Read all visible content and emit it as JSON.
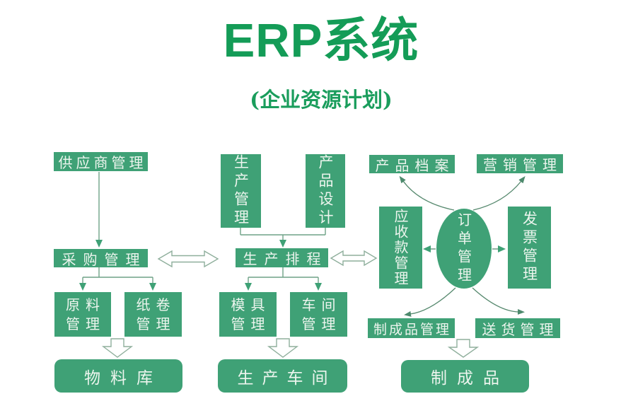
{
  "title": {
    "main": "ERP系统",
    "subtitle": "(企业资源计划)"
  },
  "colors": {
    "box_green": "#3FA176",
    "title_green": "#149C57",
    "text_on_green": "#EDF5EE",
    "connector_line": "#6FA287",
    "curved_line": "#56896E",
    "hollow_arrow_outline": "#8FAF9C",
    "background": "#FFFFFF"
  },
  "nodes": {
    "supplier_mgmt": {
      "label": "供应商管理"
    },
    "purchase_mgmt": {
      "label": "采购管理"
    },
    "raw_material_mgmt": {
      "line1": "原料",
      "line2": "管理"
    },
    "paper_roll_mgmt": {
      "line1": "纸卷",
      "line2": "管理"
    },
    "material_warehouse": {
      "label": "物料库"
    },
    "production_mgmt": {
      "label": "生产管理"
    },
    "product_design": {
      "label": "产品设计"
    },
    "production_scheduling": {
      "label": "生产排程"
    },
    "mold_mgmt": {
      "line1": "模具",
      "line2": "管理"
    },
    "workshop_mgmt": {
      "line1": "车间",
      "line2": "管理"
    },
    "production_workshop": {
      "label": "生产车间"
    },
    "product_archive": {
      "label": "产品档案"
    },
    "marketing_mgmt": {
      "label": "营销管理"
    },
    "receivables_mgmt": {
      "label": "应收款管理"
    },
    "order_mgmt": {
      "label": "订单管理"
    },
    "invoice_mgmt": {
      "label": "发票管理"
    },
    "finished_product_mgmt": {
      "label": "制成品管理"
    },
    "delivery_mgmt": {
      "label": "送货管理"
    },
    "finished_products": {
      "label": "制成品"
    }
  },
  "edges": [
    {
      "from": "供应商管理",
      "to": "采购管理",
      "style": "solid-arrow"
    },
    {
      "from": "采购管理",
      "to": "原料管理",
      "style": "solid-arrow"
    },
    {
      "from": "采购管理",
      "to": "纸卷管理",
      "style": "solid-arrow"
    },
    {
      "from": "原料管理/纸卷管理",
      "to": "物料库",
      "style": "hollow-block-arrow"
    },
    {
      "from": "生产管理",
      "to": "生产排程",
      "style": "solid-arrow"
    },
    {
      "from": "产品设计",
      "to": "生产排程",
      "style": "solid-arrow"
    },
    {
      "from": "采购管理",
      "to": "生产排程",
      "style": "hollow-double-arrow"
    },
    {
      "from": "生产排程",
      "to": "应收款管理",
      "style": "hollow-double-arrow"
    },
    {
      "from": "生产排程",
      "to": "模具管理",
      "style": "solid-arrow"
    },
    {
      "from": "生产排程",
      "to": "车间管理",
      "style": "solid-arrow"
    },
    {
      "from": "模具管理/车间管理",
      "to": "生产车间",
      "style": "hollow-block-arrow"
    },
    {
      "from": "订单管理",
      "to": "产品档案",
      "style": "curved-arrow"
    },
    {
      "from": "订单管理",
      "to": "营销管理",
      "style": "curved-arrow"
    },
    {
      "from": "订单管理",
      "to": "应收款管理",
      "style": "solid-arrow"
    },
    {
      "from": "订单管理",
      "to": "发票管理",
      "style": "solid-arrow"
    },
    {
      "from": "订单管理",
      "to": "制成品管理",
      "style": "curved-arrow"
    },
    {
      "from": "订单管理",
      "to": "送货管理",
      "style": "curved-arrow"
    },
    {
      "from": "制成品管理/送货管理",
      "to": "制成品",
      "style": "hollow-block-arrow"
    }
  ]
}
